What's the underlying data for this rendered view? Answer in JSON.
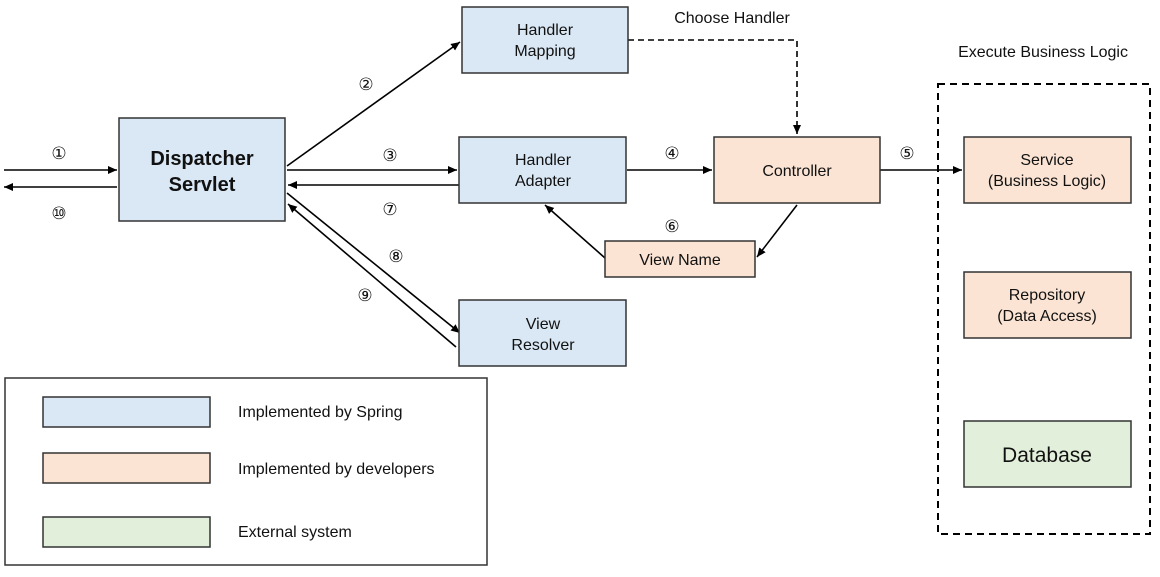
{
  "colors": {
    "spring": "#dae8f5",
    "developer": "#fbe4d4",
    "external": "#e2efda",
    "border": "#333333"
  },
  "nodes": {
    "dispatcher_servlet": {
      "line1": "Dispatcher",
      "line2": "Servlet"
    },
    "handler_mapping": {
      "line1": "Handler",
      "line2": "Mapping"
    },
    "handler_adapter": {
      "line1": "Handler",
      "line2": "Adapter"
    },
    "controller": {
      "label": "Controller"
    },
    "view_name": {
      "label": "View Name"
    },
    "view_resolver": {
      "line1": "View",
      "line2": "Resolver"
    },
    "service": {
      "line1": "Service",
      "line2": "(Business Logic)"
    },
    "repository": {
      "line1": "Repository",
      "line2": "(Data Access)"
    },
    "database": {
      "label": "Database"
    }
  },
  "captions": {
    "choose_handler": "Choose Handler",
    "execute_business_logic": "Execute Business Logic"
  },
  "steps": {
    "s1": "①",
    "s2": "②",
    "s3": "③",
    "s4": "④",
    "s5": "⑤",
    "s6": "⑥",
    "s7": "⑦",
    "s8": "⑧",
    "s9": "⑨",
    "s10": "⑩"
  },
  "legend": {
    "spring": "Implemented by Spring",
    "developers": "Implemented by developers",
    "external": "External system"
  }
}
